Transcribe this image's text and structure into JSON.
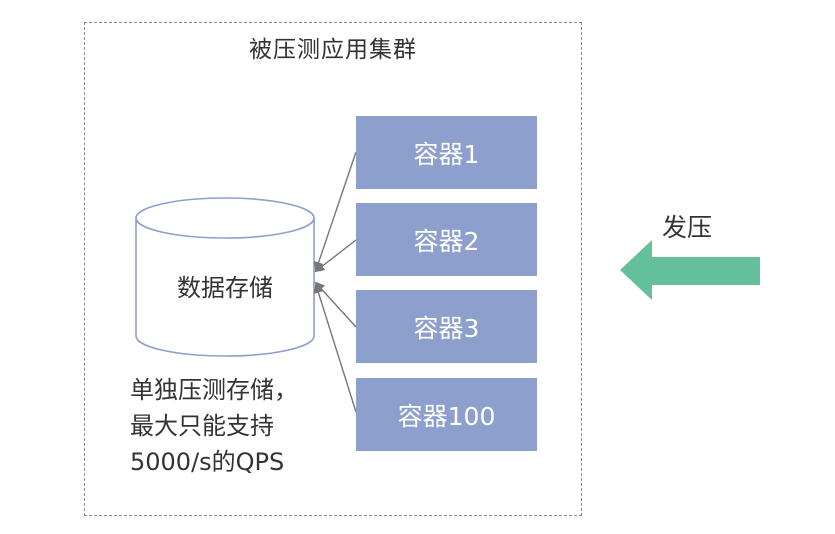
{
  "cluster": {
    "title": "被压测应用集群"
  },
  "database": {
    "label": "数据存储"
  },
  "containers": [
    {
      "label": "容器1"
    },
    {
      "label": "容器2"
    },
    {
      "label": "容器3"
    },
    {
      "label": "容器100"
    }
  ],
  "note": {
    "lines": [
      "单独压测存储，",
      "最大只能支持",
      "5000/s的QPS"
    ]
  },
  "load": {
    "label": "发压"
  },
  "colors": {
    "container_fill": "#8d9fcd",
    "arrow_fill": "#64c09a",
    "db_stroke": "#8d9fcd",
    "dashed_border": "#8a8a8a",
    "connector": "#777777"
  }
}
